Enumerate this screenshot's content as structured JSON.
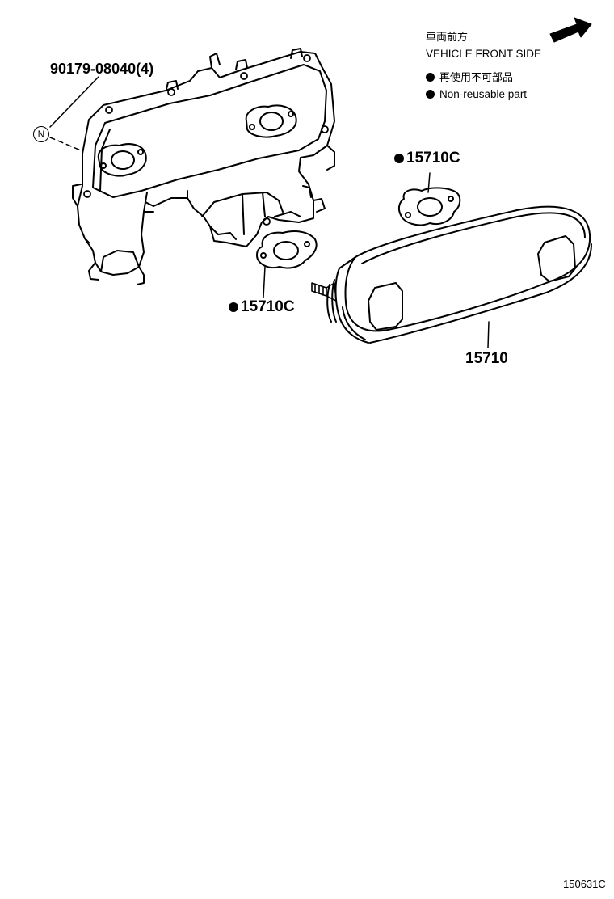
{
  "legend": {
    "direction_jp": "車両前方",
    "direction_en": "VEHICLE FRONT SIDE",
    "nonreusable_jp": "再使用不可部品",
    "nonreusable_en": "Non-reusable part"
  },
  "callouts": {
    "bolt": "90179-08040(4)",
    "bolt_symbol": "N",
    "gasket_upper": "15710C",
    "gasket_lower": "15710C",
    "oil_cooler": "15710"
  },
  "figure_id": "150631C"
}
